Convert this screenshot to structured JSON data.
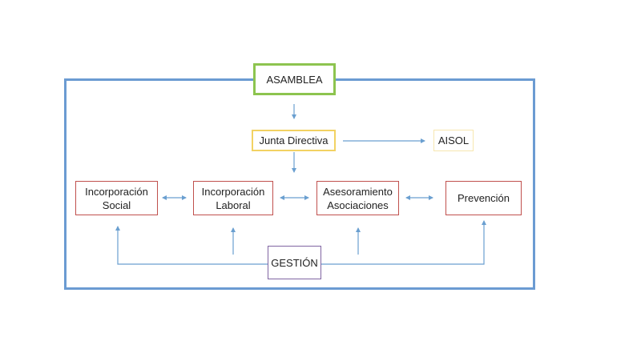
{
  "diagram": {
    "type": "org-chart",
    "colors": {
      "frame": "#6b9bd2",
      "arrow": "#6a9fd0",
      "asamblea_border": "#8dc44f",
      "junta_border": "#f2d263",
      "aisol_border": "#f7e7b0",
      "area_border": "#c0504d",
      "gestion_border": "#8064a2"
    },
    "nodes": {
      "asamblea": "ASAMBLEA",
      "junta": "Junta Directiva",
      "aisol": "AISOL",
      "inc_social": "Incorporación\nSocial",
      "inc_laboral": "Incorporación\nLaboral",
      "asesoramiento": "Asesoramiento\nAsociaciones",
      "prevencion": "Prevención",
      "gestion": "GESTIÓN"
    },
    "edges": [
      {
        "from": "ASAMBLEA",
        "to": "Junta Directiva",
        "type": "arrow"
      },
      {
        "from": "Junta Directiva",
        "to": "AISOL",
        "type": "arrow"
      },
      {
        "from": "Junta Directiva",
        "to": "Asesoramiento Asociaciones",
        "type": "arrow"
      },
      {
        "from": "Incorporación Social",
        "to": "Incorporación Laboral",
        "type": "bidirectional"
      },
      {
        "from": "Incorporación Laboral",
        "to": "Asesoramiento Asociaciones",
        "type": "bidirectional"
      },
      {
        "from": "Asesoramiento Asociaciones",
        "to": "Prevención",
        "type": "bidirectional"
      },
      {
        "from": "GESTIÓN",
        "to": "Incorporación Social",
        "type": "arrow"
      },
      {
        "from": "GESTIÓN",
        "to": "Incorporación Laboral",
        "type": "arrow"
      },
      {
        "from": "GESTIÓN",
        "to": "Asesoramiento Asociaciones",
        "type": "arrow"
      },
      {
        "from": "GESTIÓN",
        "to": "Prevención",
        "type": "arrow"
      }
    ]
  }
}
